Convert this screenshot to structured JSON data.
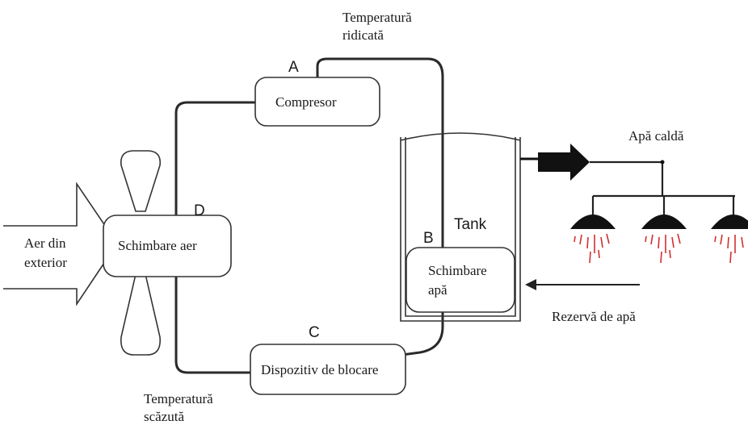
{
  "labels": {
    "temp_high_line1": "Temperatură",
    "temp_high_line2": "ridicată",
    "temp_low_line1": "Temperatură",
    "temp_low_line2": "scăzută",
    "point_a": "A",
    "point_b": "B",
    "point_c": "C",
    "point_d": "D",
    "tank": "Tank",
    "hot_water": "Apă caldă",
    "water_reserve": "Rezervă de apă",
    "outside_air_line1": "Aer din",
    "outside_air_line2": "exterior"
  },
  "components": {
    "compressor": "Compresor",
    "air_exchanger": "Schimbare aer",
    "water_exchanger_line1": "Schimbare",
    "water_exchanger_line2": "apă",
    "expansion_device": "Dispozitiv de blocare"
  },
  "colors": {
    "line": "#2a2a2a",
    "hot_arrow": "#111111",
    "shower_head": "#111111",
    "spray": "#d32f2f"
  }
}
